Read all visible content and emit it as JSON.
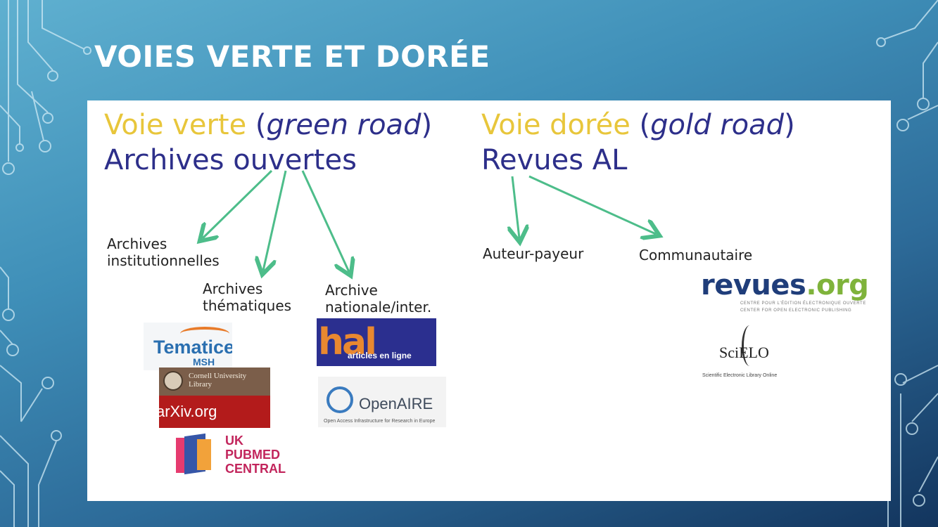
{
  "slide": {
    "title": "Voies verte et dorée"
  },
  "panel": {
    "green": {
      "label_colored": "Voie verte",
      "open_paren": " (",
      "label_en": "green road",
      "close_paren": ")",
      "subtitle": "Archives ouvertes",
      "branches": {
        "institutional_line1": "Archives",
        "institutional_line2": "institutionnelles",
        "thematic_line1": "Archives",
        "thematic_line2": "thématiques",
        "national_line1": "Archive",
        "national_line2": "nationale/inter."
      }
    },
    "gold": {
      "label_colored": "Voie dorée",
      "open_paren": " (",
      "label_en": "gold road",
      "close_paren": ")",
      "subtitle": "Revues AL",
      "branches": {
        "author_pays": "Auteur-payeur",
        "community": "Communautaire"
      }
    },
    "logos": {
      "tematice": {
        "name": "Tematice",
        "sub": "MSH"
      },
      "arxiv": {
        "institution_line1": "Cornell University",
        "institution_line2": "Library",
        "name": "arXiv.org"
      },
      "ukpmc": {
        "line1": "UK",
        "line2": "PUBMED",
        "line3": "CENTRAL"
      },
      "hal": {
        "mark": "hal",
        "tagline": "articles en ligne"
      },
      "openaire": {
        "name": "OpenAIRE",
        "tagline": "Open Access Infrastructure for Research in Europe"
      },
      "revues": {
        "name_main": "revues",
        "name_tld": ".org",
        "line1": "CENTRE POUR L'ÉDITION ÉLECTRONIQUE OUVERTE",
        "line2": "CENTER FOR OPEN ELECTRONIC PUBLISHING"
      },
      "scielo": {
        "name": "SciELO",
        "tagline": "Scientific Electronic Library Online"
      }
    }
  },
  "colors": {
    "yellow": "#e8c63b",
    "navy": "#2d2f8a",
    "arrow_green": "#4dbd8a"
  }
}
